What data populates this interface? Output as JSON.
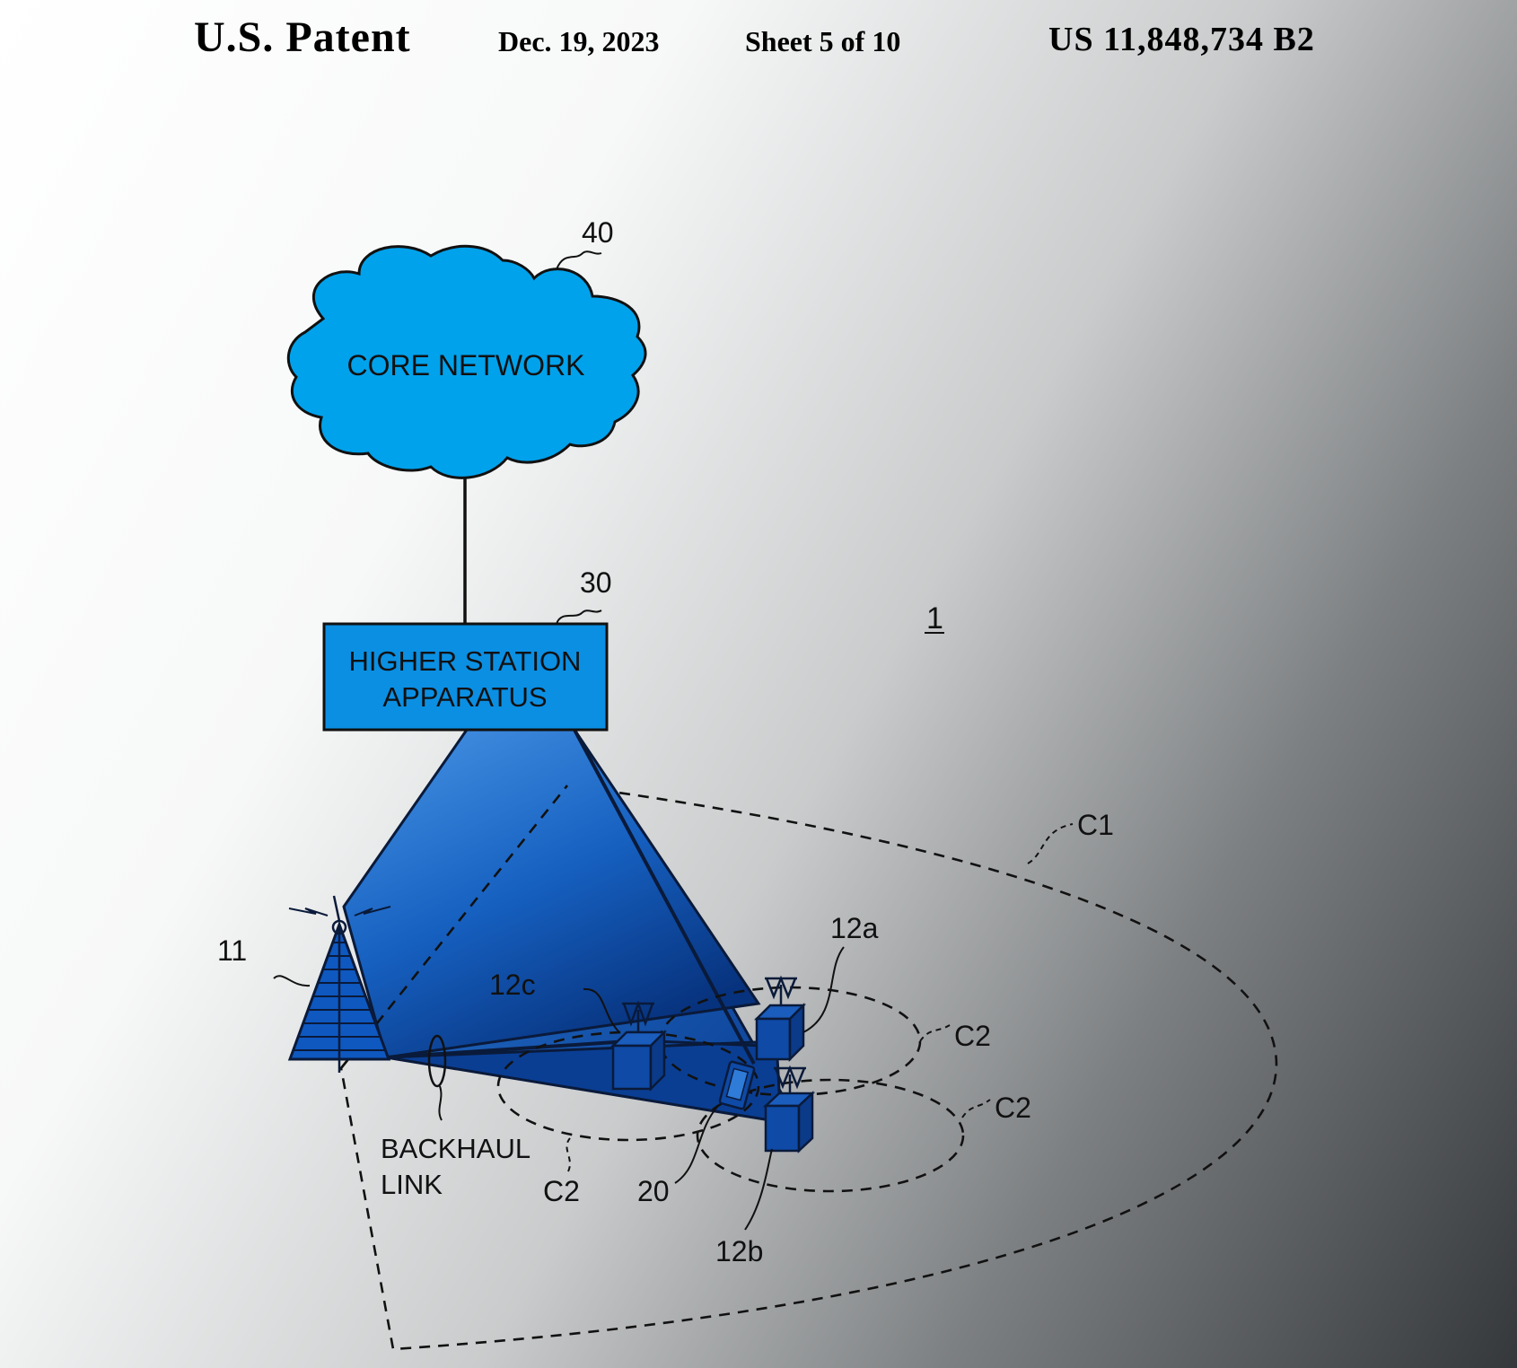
{
  "header": {
    "title": "U.S. Patent",
    "date": "Dec. 19, 2023",
    "sheet": "Sheet 5 of 10",
    "patent_number": "US 11,848,734 B2"
  },
  "figure": {
    "system_ref": "1",
    "core_network": {
      "ref": "40",
      "label": "CORE NETWORK"
    },
    "higher_station": {
      "ref": "30",
      "line1": "HIGHER STATION",
      "line2": "APPARATUS"
    },
    "macro_base_station": {
      "ref": "11"
    },
    "small_base_stations": {
      "a": "12a",
      "b": "12b",
      "c": "12c"
    },
    "user_terminal": {
      "ref": "20"
    },
    "cells": {
      "macro": "C1",
      "small": "C2"
    },
    "backhaul": {
      "line1": "BACKHAUL",
      "line2": "LINK"
    }
  },
  "colors": {
    "cloud": "#00a2ec",
    "box": "#0b8fe3",
    "pyramid_light": "#3f8fe0",
    "pyramid_dark": "#0a3e93",
    "station": "#0e4aa6"
  }
}
